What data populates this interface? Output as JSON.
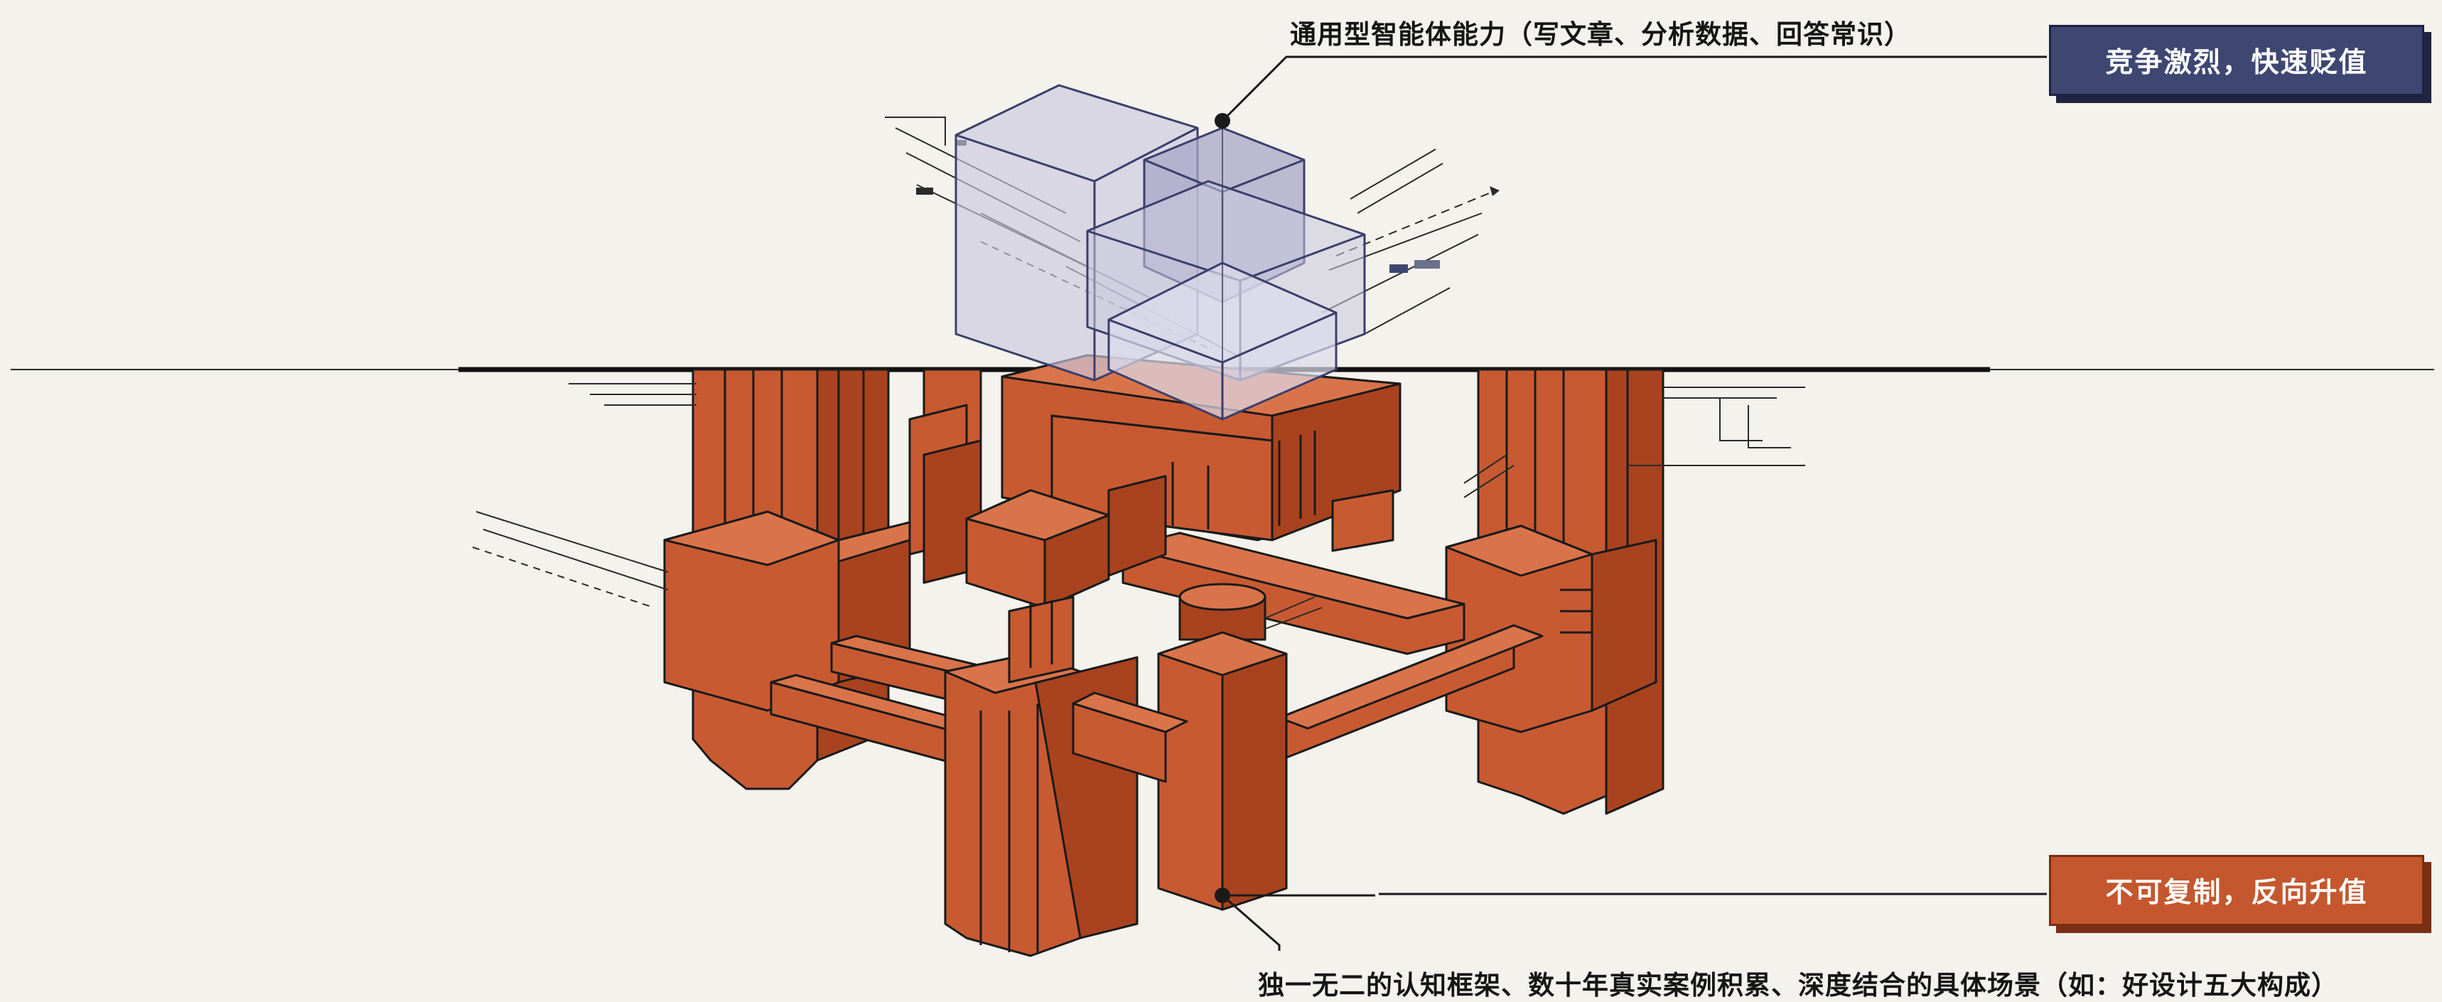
{
  "top_callout": {
    "caption": "通用型智能体能力（写文章、分析数据、回答常识）",
    "badge": "竞争激烈，快速贬值",
    "badge_color": "#3d4772"
  },
  "bottom_callout": {
    "caption": "独一无二的认知框架、数十年真实案例积累、深度结合的具体场景（如：好设计五大构成）",
    "badge": "不可复制，反向升值",
    "badge_color": "#c4572e"
  },
  "colors": {
    "background": "#f3f2ec",
    "glass_fill": "#c9c8df",
    "glass_stroke": "#3b3f6a",
    "wood_face": "#c85a32",
    "wood_side": "#a9431f",
    "wood_top": "#d9744a",
    "line": "#1a1a1a"
  },
  "icons": [
    "glass-cube-icon",
    "wooden-structure-icon",
    "callout-dot-icon"
  ]
}
